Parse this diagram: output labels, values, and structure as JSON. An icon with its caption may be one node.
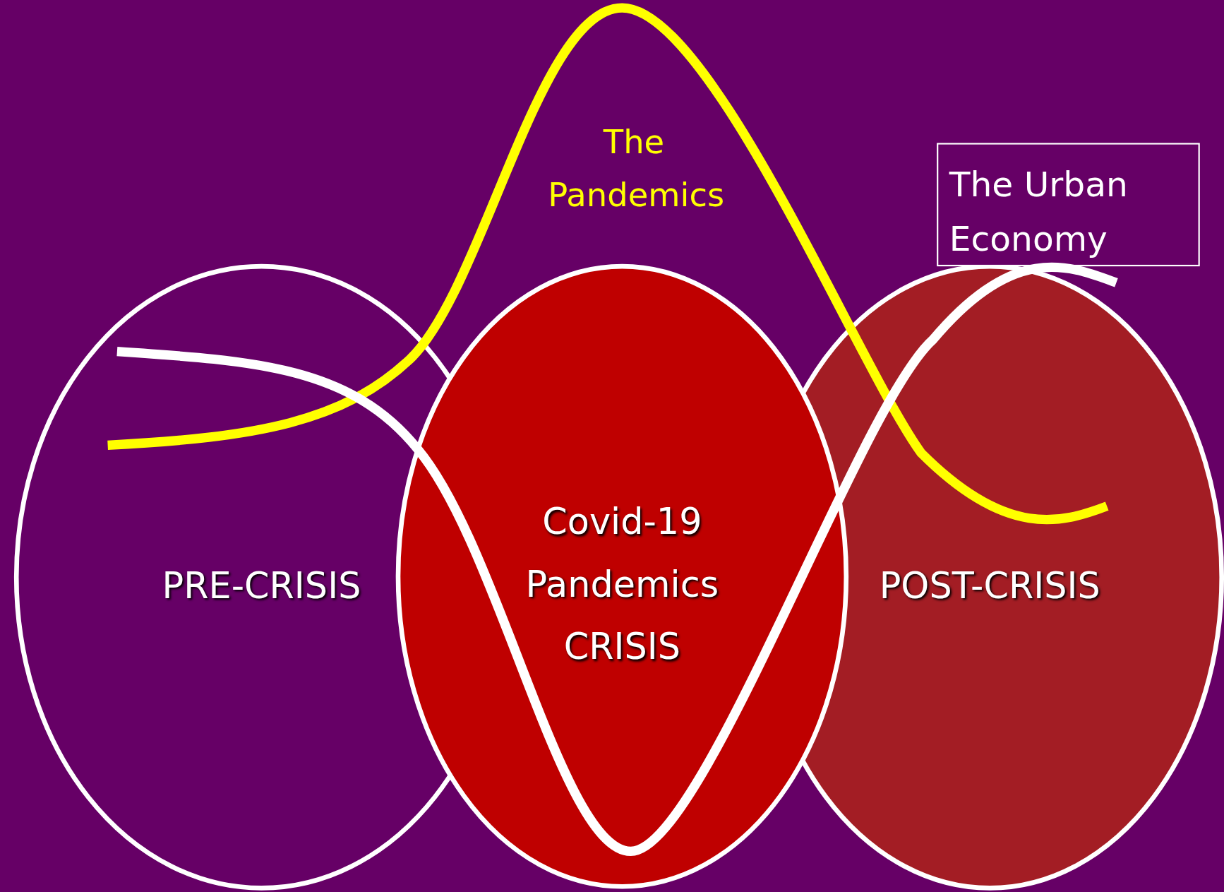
{
  "diagram": {
    "nodes": [
      {
        "text": [
          "PRE-CRISIS"
        ]
      },
      {
        "text": [
          "Covid-19 Pandemics CRISIS"
        ]
      },
      {
        "text": [
          "POST-CRISIS"
        ]
      },
      {
        "text": [
          "The Urban Economy"
        ]
      }
    ],
    "labels": [
      "The Pandemics"
    ]
  }
}
